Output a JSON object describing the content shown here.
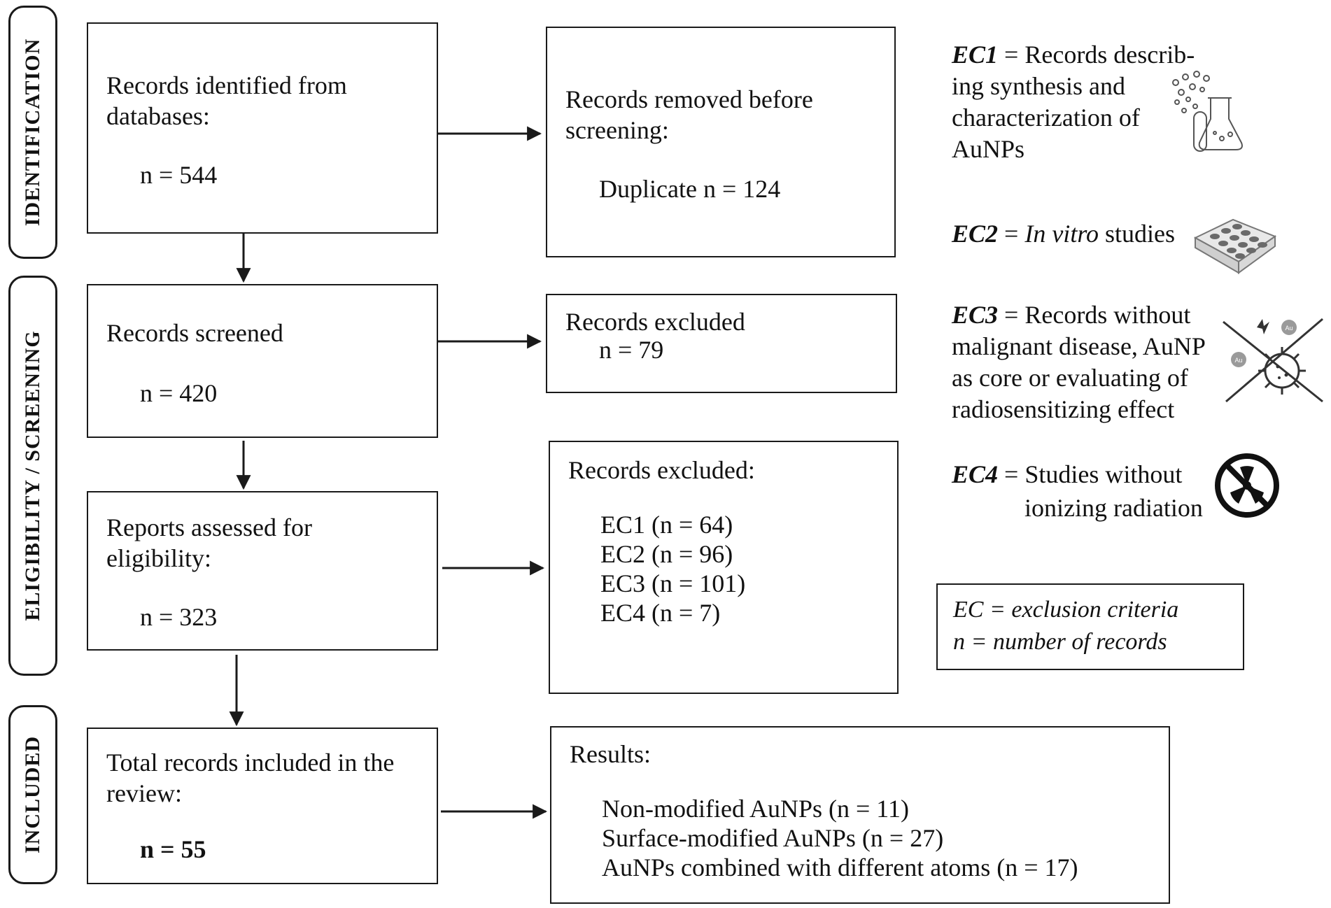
{
  "stages": {
    "identification": "IDENTIFICATION",
    "screening": "ELIGIBILITY / SCREENING",
    "included": "INCLUDED"
  },
  "boxes": {
    "identified": {
      "line1": "Records identified from",
      "line2": "databases:",
      "count": "n = 544"
    },
    "removed": {
      "line1": "Records removed before",
      "line2": "screening:",
      "count": "Duplicate n = 124"
    },
    "screened": {
      "line1": "Records screened",
      "count": "n = 420"
    },
    "excluded_screening": {
      "line1": "Records excluded",
      "count": "n = 79"
    },
    "assessed": {
      "line1": "Reports assessed for",
      "line2": "eligibility:",
      "count": "n = 323"
    },
    "excluded_eligibility": {
      "title": "Records excluded:",
      "items": [
        "EC1 (n = 64)",
        "EC2 (n = 96)",
        "EC3 (n = 101)",
        "EC4 (n = 7)"
      ]
    },
    "included": {
      "line1": "Total records included in the",
      "line2": "review:",
      "count": "n = 55"
    },
    "results": {
      "title": "Results:",
      "items": [
        "Non-modified AuNPs (n = 11)",
        "Surface-modified AuNPs (n = 27)",
        "AuNPs combined with different atoms (n = 17)"
      ]
    }
  },
  "criteria": {
    "ec1": {
      "code": "EC1",
      "eq": " = ",
      "lines": [
        "Records describ-",
        "ing synthesis and",
        "characterization of",
        "AuNPs"
      ],
      "line1_rest": "Records describ-",
      "icon": "flask-icon"
    },
    "ec2": {
      "code": "EC2",
      "eq": " = ",
      "italic": "In vitro",
      "rest": " studies",
      "icon": "well-plate-icon"
    },
    "ec3": {
      "code": "EC3",
      "eq": " = ",
      "line1_rest": "Records without",
      "lines": [
        "malignant disease, AuNP",
        "as core or evaluating of",
        "radiosensitizing effect"
      ],
      "icon": "crossed-virus-icon",
      "au_label": "Au"
    },
    "ec4": {
      "code": "EC4",
      "eq": " = ",
      "line1_rest": "Studies without",
      "line2": "ionizing radiation",
      "icon": "no-radiation-icon"
    }
  },
  "legend": {
    "line1": "EC = exclusion criteria",
    "line2": "n = number of records"
  },
  "colors": {
    "stroke": "#1a1a1a",
    "text": "#111111",
    "icon": "#555555"
  }
}
